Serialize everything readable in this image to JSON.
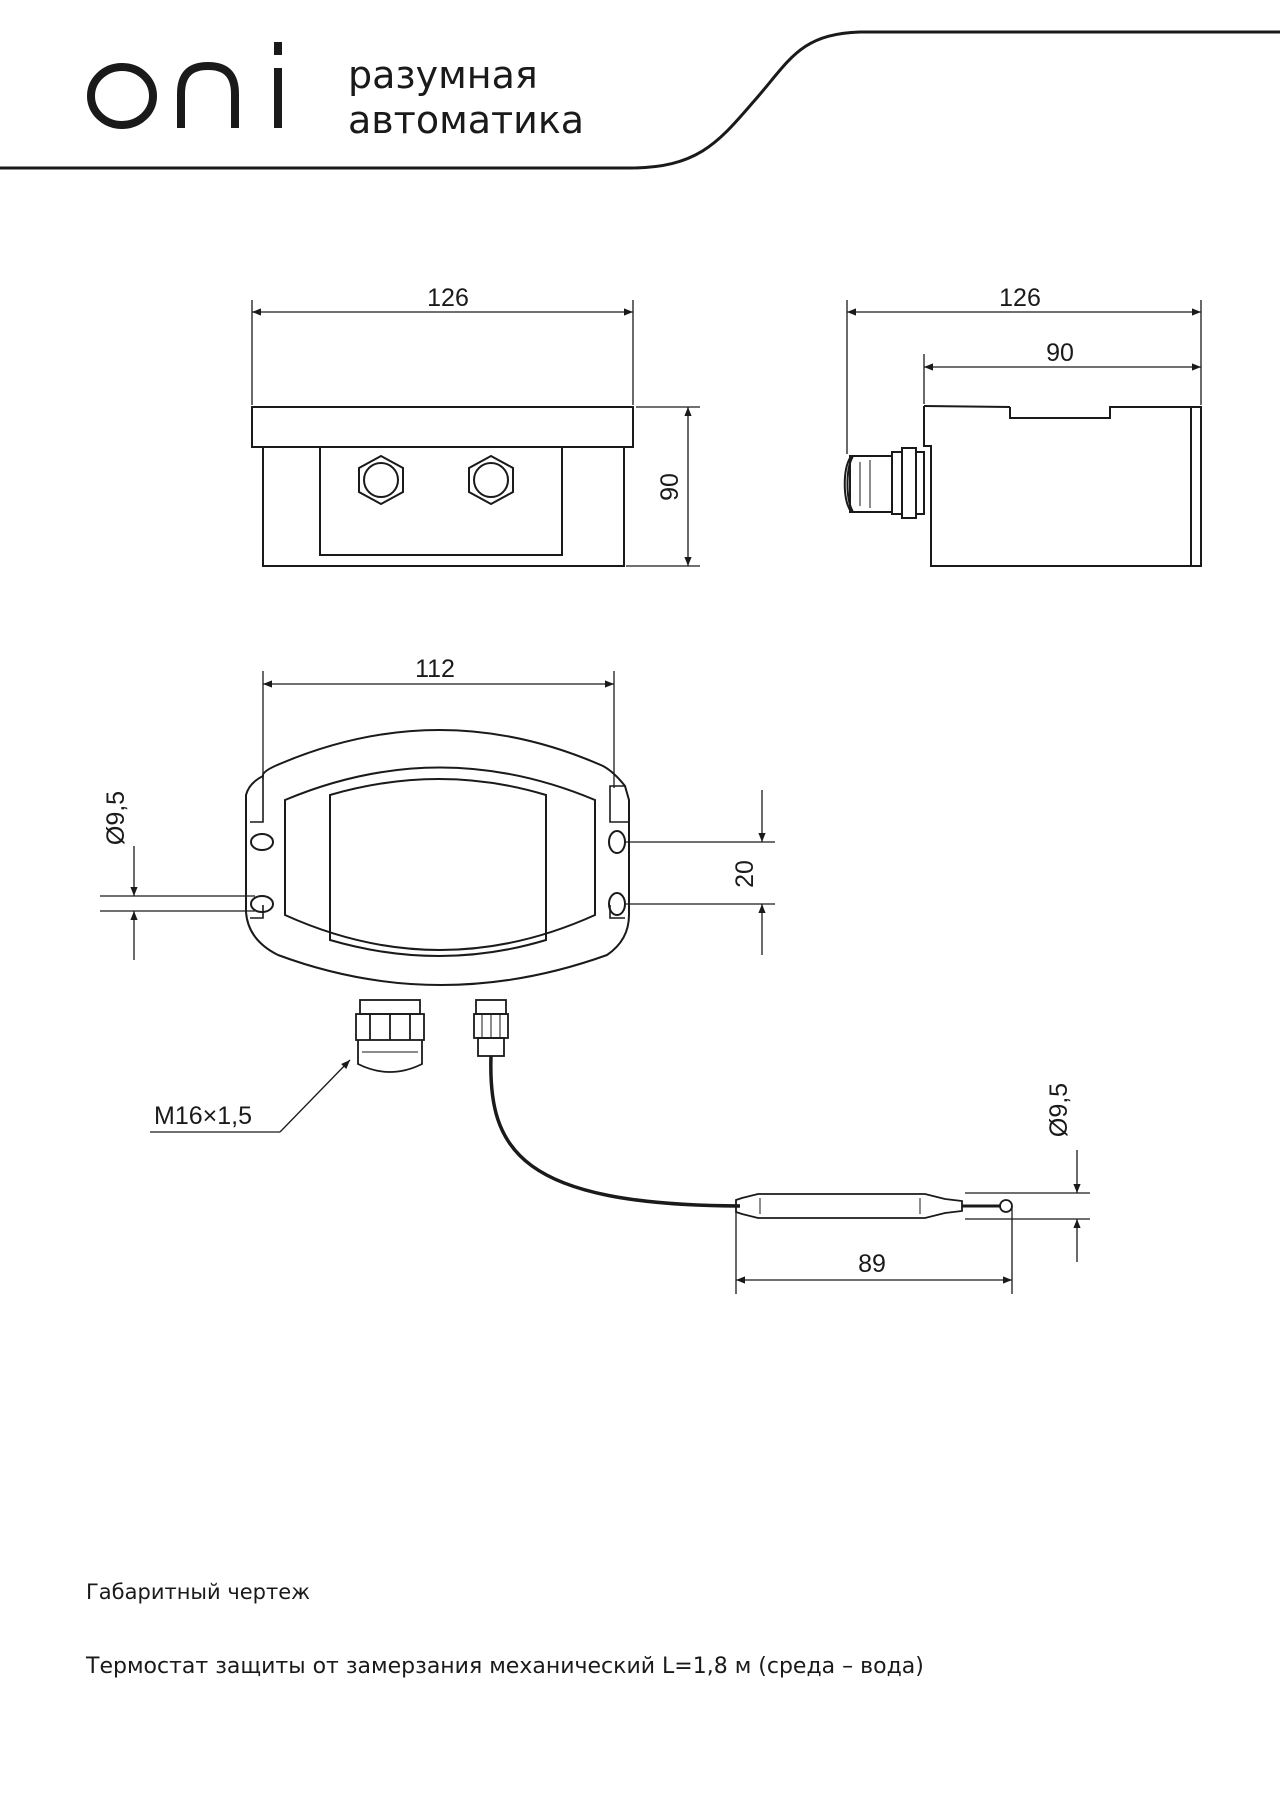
{
  "header": {
    "logo": "oni",
    "tagline_line1": "разумная",
    "tagline_line2": "автоматика"
  },
  "front_view": {
    "width_label": "126",
    "height_label": "90"
  },
  "side_view": {
    "overall_width_label": "126",
    "body_width_label": "90"
  },
  "top_view": {
    "width_label": "112",
    "hole_diameter_label": "Ø9,5",
    "hole_spacing_label": "20",
    "gland_thread_label": "M16×1,5"
  },
  "probe": {
    "diameter_label": "Ø9,5",
    "length_label": "89"
  },
  "captions": {
    "title": "Габаритный чертеж",
    "description": "Термостат защиты от замерзания механический L=1,8 м (среда – вода)"
  },
  "colors": {
    "line": "#1a1a1a",
    "background": "#ffffff"
  }
}
